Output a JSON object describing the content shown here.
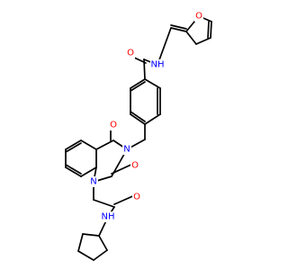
{
  "colors": {
    "bond": "#000000",
    "oxygen": "#ff0000",
    "nitrogen": "#0000ff",
    "background": "#ffffff"
  },
  "labels": {
    "furan_o": "O",
    "amide_o_top": "O",
    "amide_nh_top": "NH",
    "quin_o4": "O",
    "quin_n3": "N",
    "quin_o2": "O",
    "quin_n1": "N",
    "acetamide_o": "O",
    "acetamide_nh": "NH"
  }
}
